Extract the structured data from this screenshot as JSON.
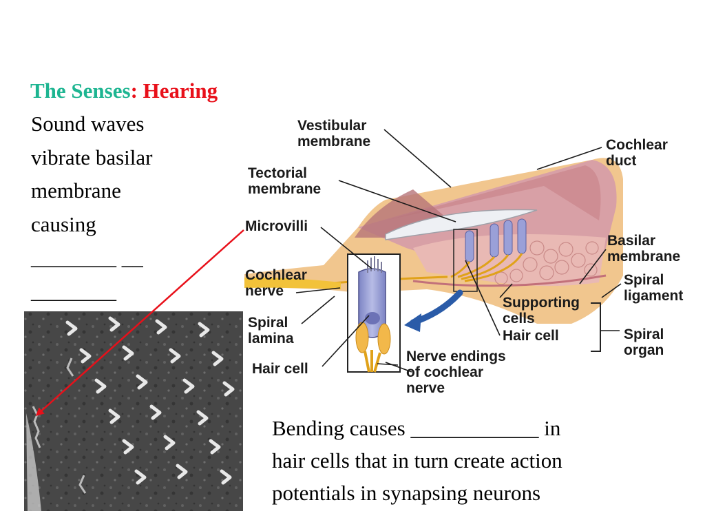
{
  "title": {
    "part1": "The Senses",
    "part2": ": Hearing"
  },
  "left_text": [
    "Sound waves",
    "vibrate basilar",
    "membrane",
    "causing",
    "________  __",
    "________"
  ],
  "bottom_text": [
    "Bending causes ____________ in",
    "hair cells that in turn create action",
    "potentials in synapsing neurons"
  ],
  "diagram_labels": {
    "vestibular_membrane": [
      "Vestibular",
      "membrane"
    ],
    "tectorial_membrane": [
      "Tectorial",
      "membrane"
    ],
    "microvilli": [
      "Microvilli"
    ],
    "cochlear_nerve": [
      "Cochlear",
      "nerve"
    ],
    "spiral_lamina": [
      "Spiral",
      "lamina"
    ],
    "hair_cell_left": [
      "Hair cell"
    ],
    "cochlear_duct": [
      "Cochlear",
      "duct"
    ],
    "basilar_membrane": [
      "Basilar",
      "membrane"
    ],
    "spiral_ligament": [
      "Spiral",
      "ligament"
    ],
    "supporting_cells": [
      "Supporting",
      "cells"
    ],
    "hair_cell_right": [
      "Hair cell"
    ],
    "spiral_organ": [
      "Spiral",
      "organ"
    ],
    "nerve_endings": [
      "Nerve endings",
      "of cochlear",
      "nerve"
    ]
  },
  "colors": {
    "title_green": "#1db591",
    "title_red": "#e8101a",
    "arrow_red": "#e8101a",
    "pointer_blue": "#2a5ba8"
  }
}
